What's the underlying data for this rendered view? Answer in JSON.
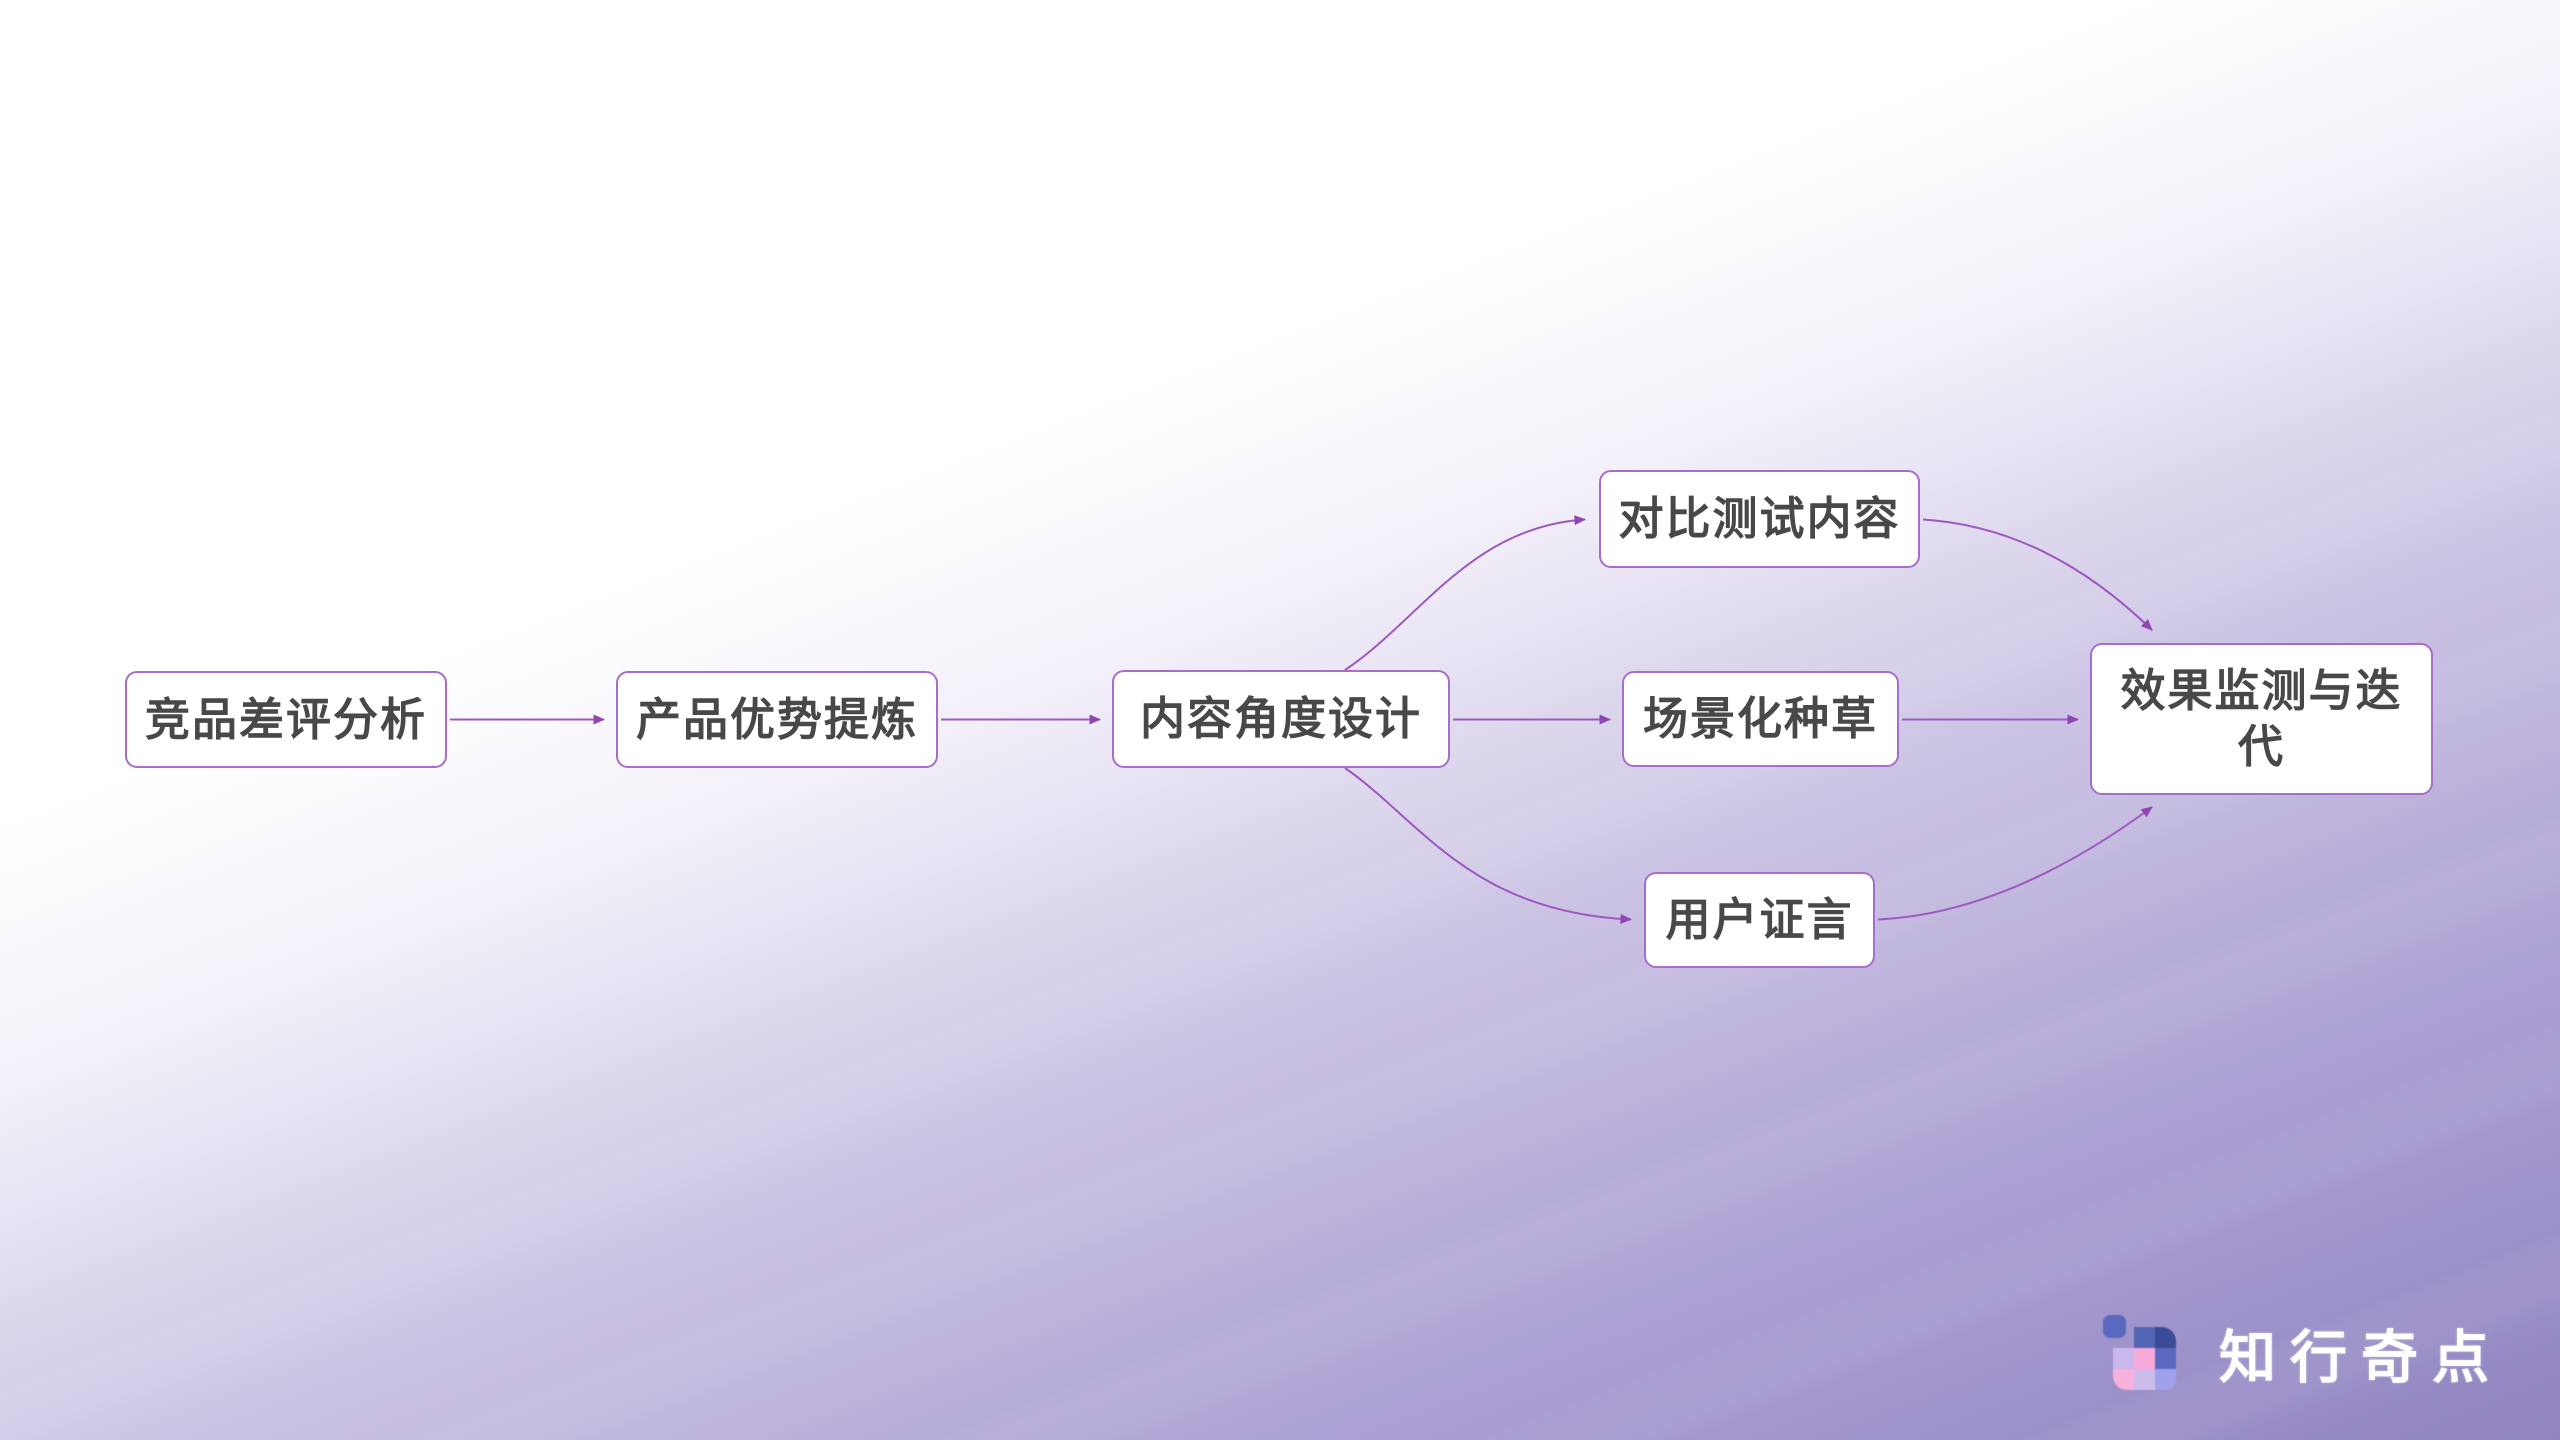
{
  "flowchart": {
    "nodes": [
      {
        "id": "competitor-negative-review-analysis",
        "label": "竞品差评分析"
      },
      {
        "id": "product-advantage-extraction",
        "label": "产品优势提炼"
      },
      {
        "id": "content-angle-design",
        "label": "内容角度设计"
      },
      {
        "id": "comparison-test-content",
        "label": "对比测试内容"
      },
      {
        "id": "scenario-based-seeding",
        "label": "场景化种草"
      },
      {
        "id": "user-testimonials",
        "label": "用户证言"
      },
      {
        "id": "effect-monitoring-and-iteration",
        "label": "效果监测与迭代"
      }
    ],
    "edges": [
      {
        "from": "competitor-negative-review-analysis",
        "to": "product-advantage-extraction"
      },
      {
        "from": "product-advantage-extraction",
        "to": "content-angle-design"
      },
      {
        "from": "content-angle-design",
        "to": "comparison-test-content"
      },
      {
        "from": "content-angle-design",
        "to": "scenario-based-seeding"
      },
      {
        "from": "content-angle-design",
        "to": "user-testimonials"
      },
      {
        "from": "comparison-test-content",
        "to": "effect-monitoring-and-iteration"
      },
      {
        "from": "scenario-based-seeding",
        "to": "effect-monitoring-and-iteration"
      },
      {
        "from": "user-testimonials",
        "to": "effect-monitoring-and-iteration"
      }
    ]
  },
  "logo": {
    "text": "知行奇点",
    "icon_colors": {
      "small": "#5a69bf",
      "r1c2": "#5464b5",
      "r1c3": "#3c4b95",
      "r2c1": "#c9b7ee",
      "r2c2": "#f7a9d8",
      "r2c3": "#5a69bf",
      "r3c1": "#f8b0dc",
      "r3c2": "#cebced",
      "r3c3": "#a0a1eb"
    }
  },
  "colors": {
    "connector": "#9e58c0",
    "arrowhead": "#8f46b2",
    "node_border": "#a76ec9",
    "node_text": "#484848",
    "node_background": "#ffffff",
    "logo_text": "#ffffff",
    "bg_0": "#ffffff",
    "bg_1": "#f3f0f9",
    "bg_2": "#cec6e5",
    "bg_3": "#ab9fd3",
    "bg_4": "#9184c1"
  }
}
